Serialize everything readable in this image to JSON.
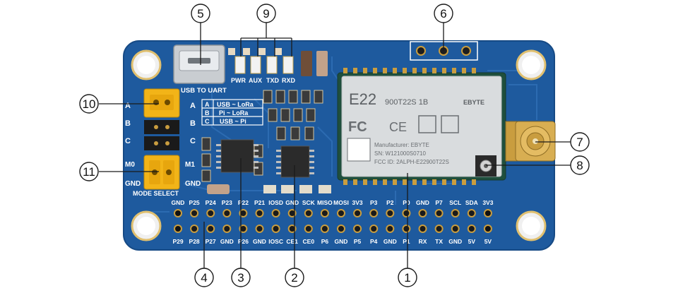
{
  "board": {
    "module": {
      "model_big": "E22",
      "model_small": "900T22S 1B",
      "brand": "EBYTE",
      "manufacturer": "Manufacturer: EBYTE",
      "sn": "SN: W121000S0710",
      "fcc": "FCC ID: 2ALPH-E22900T22S"
    },
    "usb_label": "USB TO UART",
    "mode_select_label": "MODE SELECT",
    "led_labels": [
      "PWR",
      "AUX",
      "TXD",
      "RXD"
    ],
    "jumper_letters_left": [
      "A",
      "B",
      "C"
    ],
    "jumper_letters_right": [
      "A",
      "B",
      "C"
    ],
    "jumper_m0": "M0",
    "jumper_m1": "M1",
    "jumper_gnd_left": "GND",
    "jumper_gnd_right": "GND",
    "mode_table": [
      {
        "key": "A",
        "value": "USB ~ LoRa"
      },
      {
        "key": "B",
        "value": "Pi ~ LoRa"
      },
      {
        "key": "C",
        "value": "USB ~ Pi"
      }
    ],
    "pins_top": [
      "GND",
      "P25",
      "P24",
      "P23",
      "P22",
      "P21",
      "IOSD",
      "GND",
      "SCK",
      "MISO",
      "MOSI",
      "3V3",
      "P3",
      "P2",
      "P0",
      "GND",
      "P7",
      "SCL",
      "SDA",
      "3V3"
    ],
    "pins_bottom": [
      "P29",
      "P28",
      "P27",
      "GND",
      "P26",
      "GND",
      "IOSC",
      "CE1",
      "CE0",
      "P6",
      "GND",
      "P5",
      "P4",
      "GND",
      "P1",
      "RX",
      "TX",
      "GND",
      "5V",
      "5V"
    ]
  },
  "callouts": [
    "1",
    "2",
    "3",
    "4",
    "5",
    "6",
    "7",
    "8",
    "9",
    "10",
    "11"
  ],
  "colors": {
    "pcb": "#1e5a9e",
    "pcb_edge": "#164a85",
    "trace": "#2e6db4",
    "module_shield": "#d9dcde",
    "jumper_yellow": "#f2b418",
    "gold": "#c99d3f"
  }
}
